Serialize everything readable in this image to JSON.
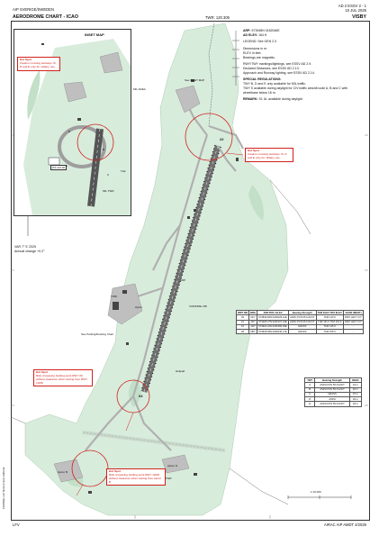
{
  "header": {
    "left_top": "AIP SVERIGE/SWEDEN",
    "right_top": "AD 2 ESSV 2 - 1",
    "date": "10 JUL 2025",
    "title": "AERODROME CHART - ICAO",
    "twr": "TWR: 120.305",
    "location": "VISBY"
  },
  "inset": {
    "title": "INSET MAP",
    "hotspot_title": "Hot Spot",
    "hotspot_text": "Caution crossing taxiways. B, D and E only for military use.",
    "vor_label": "VIS 113.30",
    "twy_labels": [
      "B",
      "D",
      "E",
      "C"
    ],
    "mil_twr": "MIL TWR",
    "tle": "TLE"
  },
  "info": {
    "arp_label": "ARP:",
    "arp_value": "573948N 0182046E",
    "elev_label": "AD ELEV:",
    "elev_value": "164 ft",
    "legend": "LEGEND: See GEN 2.3",
    "dims": "Dimensions in m.",
    "elev_note": "ELEV in feet.",
    "bearings": "Bearings are magnetic.",
    "rwy_note1": "RWY/TWY markings/lightings, see ESSV AD 2.9.",
    "rwy_note2": "Declared Distances, see ESSV AD 2.13.",
    "rwy_note3": "Approach and Runway lighting, see ESSV AD 2.14.",
    "special_title": "SPECIAL REGULATIONS:",
    "special_1": "TWY B, D and E only available for MIL traffic.",
    "special_2": "TWY S available during daylight for CIV traffic aircraft code A, B and C with wheelbase below 18 m.",
    "remark_label": "REMARK:",
    "remark_value": "S1 UL available during daylight."
  },
  "map_labels": {
    "mil_area": "MIL AREA",
    "see_inset": "See INSET MAP",
    "apron": "Apron",
    "twr": "TWR",
    "arp": "ARP",
    "see_parking": "See Parking/Docking Chart",
    "vor_dme": "VOR/DME VIB",
    "heli": "Helipad",
    "mil_twr": "MIL TWR",
    "apron_n": "Apron N",
    "apron_b": "Apron B",
    "rwy_04": "04",
    "rwy_22": "22",
    "var": "VAR 7° E 2025",
    "var_change": "Annual change +0.2°"
  },
  "hotspots": [
    {
      "title": "Hot Spot",
      "text": "Caution crossing taxiways. B, D and E only for military use."
    },
    {
      "title": "Hot Spot",
      "text": "Risk of passing holding point RWY 09 without clearance when taxiing from RWY 10/28"
    },
    {
      "title": "Hot Spot",
      "text": "Risk of passing holding point RWY 10/28 without clearance when taxiing from Apron B"
    }
  ],
  "rwy_table": {
    "headers": [
      "RWY NR",
      "BRG",
      "THR POS / ELEV",
      "Bearing Strength",
      "THR ELEV TDZ ELEV",
      "VASIS (MEHT)"
    ],
    "rows": [
      [
        "03",
        "031°",
        "573849.84N 0182029.12E",
        "ASPH PCN 55 F/A/X/T",
        "THR 140 ft",
        "PAPI LEFT 3.0°"
      ],
      [
        "21",
        "211°",
        "574025.27N 0182107.24E",
        "ASPH PCN 55 F/A/X/T",
        "THR 151 ft TDZ 151 ft",
        "PAPI LEFT 3.0°"
      ],
      [
        "10",
        "100°",
        "573922.24N 0181955.29E",
        "GRASS",
        "THR 145 ft",
        "-"
      ],
      [
        "28",
        "280°",
        "573918.39N 0182040.17E",
        "GRASS",
        "THR 155 ft",
        "-"
      ]
    ]
  },
  "twy_table": {
    "headers": [
      "TWY",
      "Bearing Strength",
      "Width"
    ],
    "rows": [
      [
        "A",
        "ASPH PCN 55 F/A/X/T",
        "23 m"
      ],
      [
        "B",
        "ASPH PCN 55 F/A/X/T",
        "18 m"
      ],
      [
        "C",
        "GRASS",
        "15 m"
      ],
      [
        "D",
        "ASPH",
        "18 m"
      ],
      [
        "E",
        "ASPH PCN 55 F/A/X/T",
        "18 m"
      ]
    ]
  },
  "footer": {
    "left": "LFV",
    "right": "AIRAC AIP AMDT 4/2025",
    "scale": "1:10 000",
    "side": "CHANGE: Hot Spots (Inset). Editorial."
  },
  "colors": {
    "land": "#d8ecdc",
    "runway": "#7a7a7a",
    "taxiway": "#b5b5b5",
    "hotspot": "#d0211b",
    "building": "#444444"
  }
}
